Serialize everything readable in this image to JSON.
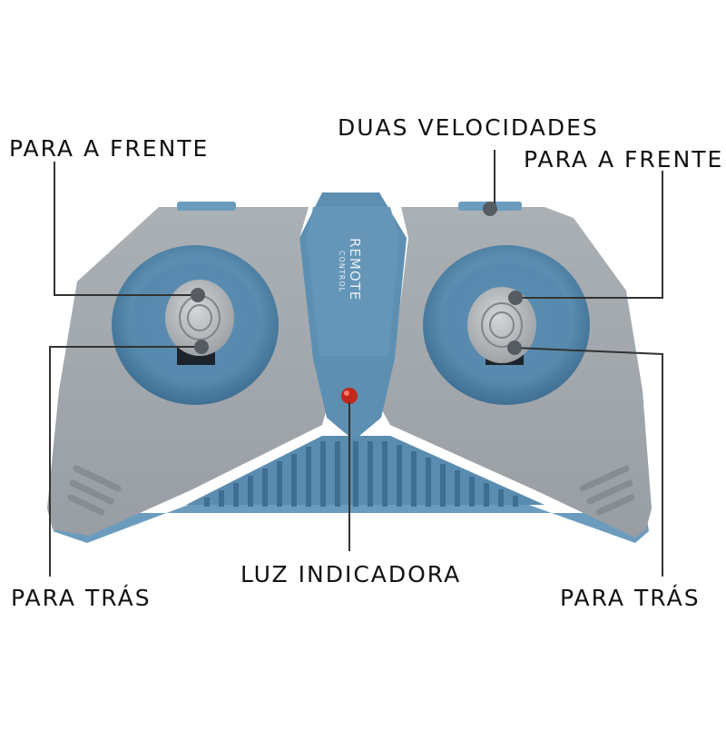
{
  "labels": {
    "forward_left": "PARA A FRENTE",
    "two_speeds": "DUAS VELOCIDADES",
    "forward_right": "PARA A FRENTE",
    "backward_left": "PARA TRÁS",
    "indicator_light": "LUZ INDICADORA",
    "backward_right": "PARA TRÁS"
  },
  "device": {
    "brand_line1": "REMOTE",
    "brand_line2": "CONTROL"
  },
  "colors": {
    "body_gray": "#a3a8ac",
    "accent_blue": "#5d8fb2",
    "dark_blue": "#3f6f92",
    "indicator_red": "#c0281c"
  }
}
